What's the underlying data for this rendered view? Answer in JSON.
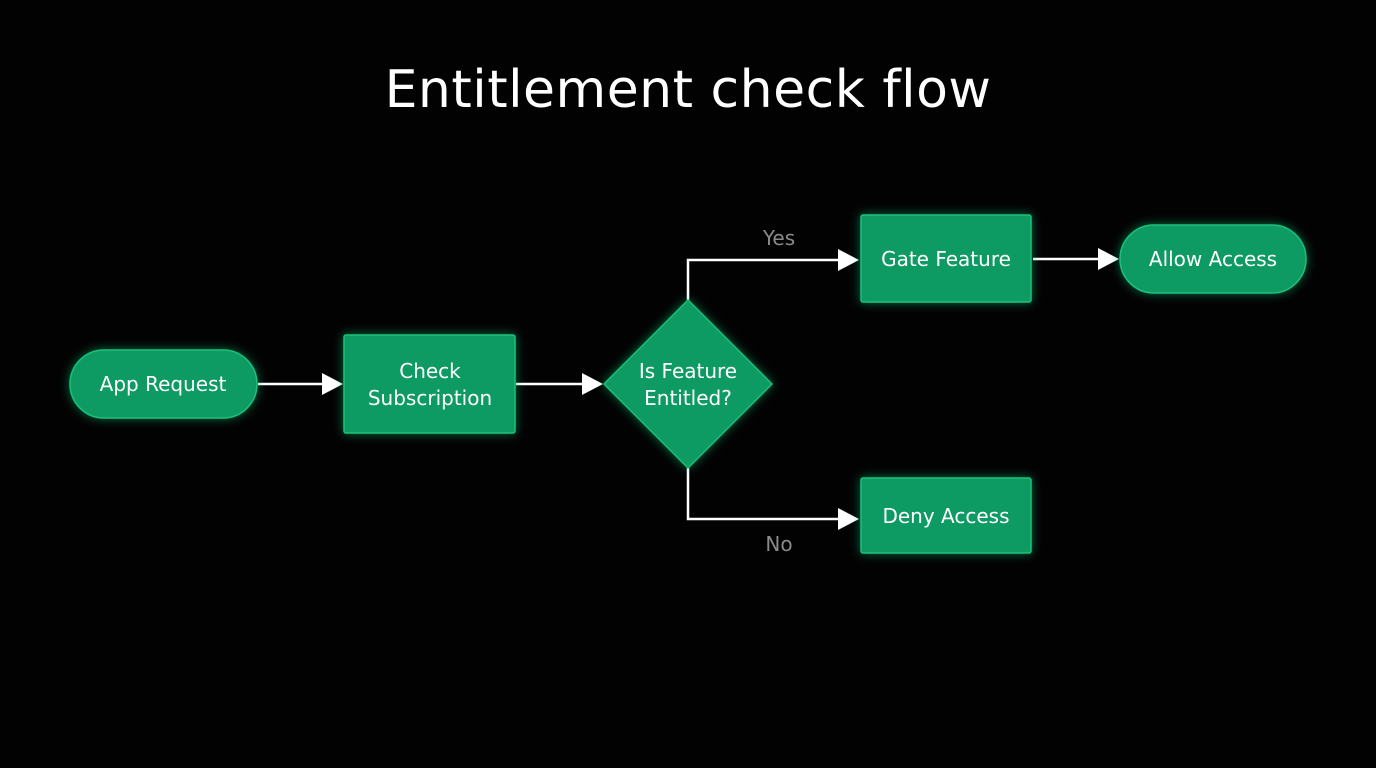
{
  "title": "Entitlement check flow",
  "colors": {
    "background": "#020202",
    "node_fill": "#0a9a63",
    "node_stroke": "#1fc07c",
    "edge": "#ffffff",
    "edge_label": "#8a8a8a"
  },
  "nodes": {
    "app_request": {
      "label": "App Request",
      "shape": "pill"
    },
    "check_subscription": {
      "label_line1": "Check",
      "label_line2": "Subscription",
      "shape": "rectangle"
    },
    "is_feature_entitled": {
      "label_line1": "Is Feature",
      "label_line2": "Entitled?",
      "shape": "diamond"
    },
    "gate_feature": {
      "label": "Gate Feature",
      "shape": "rectangle"
    },
    "allow_access": {
      "label": "Allow Access",
      "shape": "pill"
    },
    "deny_access": {
      "label": "Deny Access",
      "shape": "rectangle"
    }
  },
  "edges": {
    "yes_label": "Yes",
    "no_label": "No"
  }
}
